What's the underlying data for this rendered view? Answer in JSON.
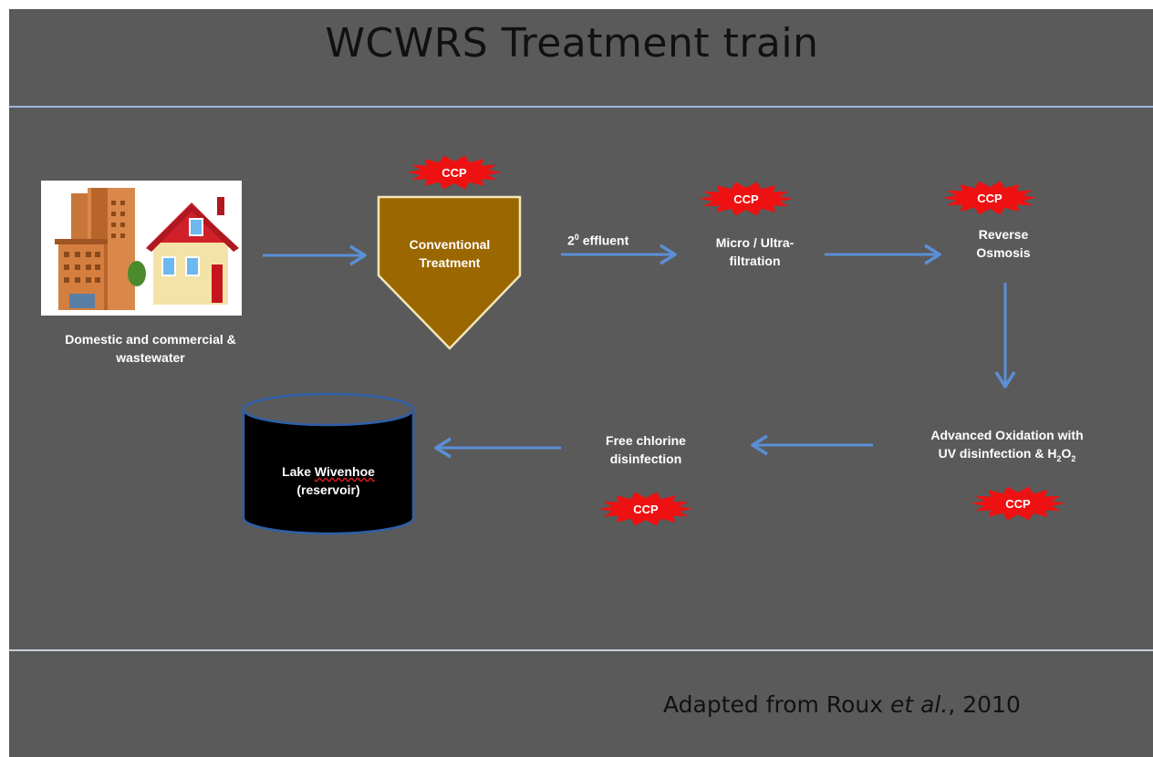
{
  "title": "WCWRS Treatment train",
  "nodes": {
    "source": "Domestic and commercial & wastewater",
    "conventional": "Conventional Treatment",
    "effluent_prefix": "2",
    "effluent_sup": "0",
    "effluent_suffix": " effluent",
    "micro": "Micro / Ultra-filtration",
    "ro": "Reverse Osmosis",
    "aop_line1": "Advanced Oxidation with",
    "aop_line2_a": "UV disinfection & H",
    "aop_sub1": "2",
    "aop_line2_b": "O",
    "aop_sub2": "2",
    "chlorine": "Free chlorine disinfection",
    "lake_a": "Lake ",
    "lake_b": "Wivenhoe",
    "lake_c": "(reservoir)"
  },
  "ccp_label": "CCP",
  "citation": {
    "prefix": "Adapted from  Roux ",
    "italic": "et al.",
    "suffix": ", 2010"
  },
  "colors": {
    "background": "#5a5a5a",
    "arrow": "#5b8fd6",
    "ccp": "#ee1111",
    "tank": "#9a6700",
    "reservoir": "#000000"
  }
}
